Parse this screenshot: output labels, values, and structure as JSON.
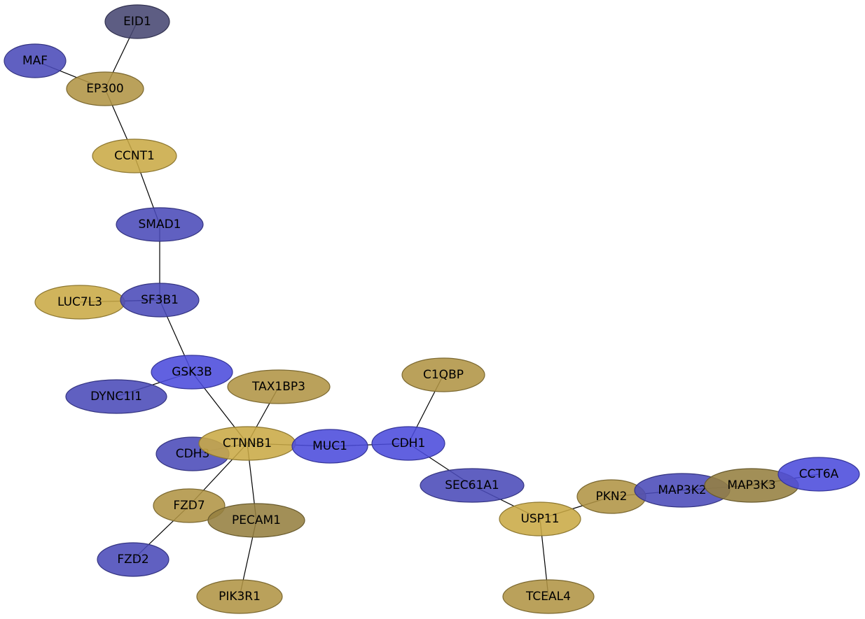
{
  "colors": {
    "blue": "#4a4ab8",
    "bright_blue": "#4b4bdc",
    "slate": "#474772",
    "gold": "#c9aa45",
    "tan": "#b09444",
    "olive": "#958040"
  },
  "nodes": [
    {
      "id": "EID1",
      "label": "EID1",
      "color": "slate"
    },
    {
      "id": "MAF",
      "label": "MAF",
      "color": "blue"
    },
    {
      "id": "EP300",
      "label": "EP300",
      "color": "tan"
    },
    {
      "id": "CCNT1",
      "label": "CCNT1",
      "color": "gold"
    },
    {
      "id": "SMAD1",
      "label": "SMAD1",
      "color": "blue"
    },
    {
      "id": "LUC7L3",
      "label": "LUC7L3",
      "color": "gold"
    },
    {
      "id": "SF3B1",
      "label": "SF3B1",
      "color": "blue"
    },
    {
      "id": "GSK3B",
      "label": "GSK3B",
      "color": "bright_blue"
    },
    {
      "id": "DYNC1I1",
      "label": "DYNC1I1",
      "color": "blue"
    },
    {
      "id": "TAX1BP3",
      "label": "TAX1BP3",
      "color": "tan"
    },
    {
      "id": "CDH3",
      "label": "CDH3",
      "color": "blue"
    },
    {
      "id": "CTNNB1",
      "label": "CTNNB1",
      "color": "gold"
    },
    {
      "id": "MUC1",
      "label": "MUC1",
      "color": "bright_blue"
    },
    {
      "id": "C1QBP",
      "label": "C1QBP",
      "color": "tan"
    },
    {
      "id": "CDH1",
      "label": "CDH1",
      "color": "bright_blue"
    },
    {
      "id": "SEC61A1",
      "label": "SEC61A1",
      "color": "blue"
    },
    {
      "id": "FZD7",
      "label": "FZD7",
      "color": "tan"
    },
    {
      "id": "PECAM1",
      "label": "PECAM1",
      "color": "olive"
    },
    {
      "id": "FZD2",
      "label": "FZD2",
      "color": "blue"
    },
    {
      "id": "PIK3R1",
      "label": "PIK3R1",
      "color": "tan"
    },
    {
      "id": "USP11",
      "label": "USP11",
      "color": "gold"
    },
    {
      "id": "TCEAL4",
      "label": "TCEAL4",
      "color": "tan"
    },
    {
      "id": "PKN2",
      "label": "PKN2",
      "color": "tan"
    },
    {
      "id": "MAP3K2",
      "label": "MAP3K2",
      "color": "blue"
    },
    {
      "id": "MAP3K3",
      "label": "MAP3K3",
      "color": "olive"
    },
    {
      "id": "CCT6A",
      "label": "CCT6A",
      "color": "bright_blue"
    }
  ],
  "edges": [
    [
      "EID1",
      "EP300"
    ],
    [
      "MAF",
      "EP300"
    ],
    [
      "EP300",
      "CCNT1"
    ],
    [
      "CCNT1",
      "SMAD1"
    ],
    [
      "SMAD1",
      "SF3B1"
    ],
    [
      "LUC7L3",
      "SF3B1"
    ],
    [
      "SF3B1",
      "GSK3B"
    ],
    [
      "GSK3B",
      "DYNC1I1"
    ],
    [
      "GSK3B",
      "CTNNB1"
    ],
    [
      "TAX1BP3",
      "CTNNB1"
    ],
    [
      "CDH3",
      "CTNNB1"
    ],
    [
      "CTNNB1",
      "MUC1"
    ],
    [
      "CTNNB1",
      "FZD7"
    ],
    [
      "CTNNB1",
      "PECAM1"
    ],
    [
      "MUC1",
      "CDH1"
    ],
    [
      "C1QBP",
      "CDH1"
    ],
    [
      "CDH1",
      "SEC61A1"
    ],
    [
      "SEC61A1",
      "USP11"
    ],
    [
      "FZD7",
      "FZD2"
    ],
    [
      "PECAM1",
      "PIK3R1"
    ],
    [
      "USP11",
      "TCEAL4"
    ],
    [
      "USP11",
      "PKN2"
    ],
    [
      "PKN2",
      "MAP3K2"
    ],
    [
      "MAP3K2",
      "MAP3K3"
    ],
    [
      "MAP3K3",
      "CCT6A"
    ]
  ]
}
